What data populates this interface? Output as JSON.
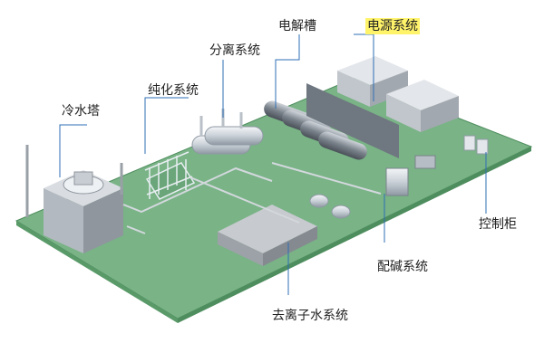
{
  "labels": {
    "electrolyzer": "电解槽",
    "power_system": "电源系统",
    "separation_system": "分离系统",
    "purification_system": "纯化系统",
    "cooling_tower": "冷水塔",
    "control_cabinet": "控制柜",
    "alkali_system": "配碱系统",
    "deionized_water_system": "去离子水系统"
  },
  "colors": {
    "ground": "#79b386",
    "ground_edge": "#4e8d5e",
    "pointer": "#2f6fb5",
    "highlight": "#fff36a"
  }
}
